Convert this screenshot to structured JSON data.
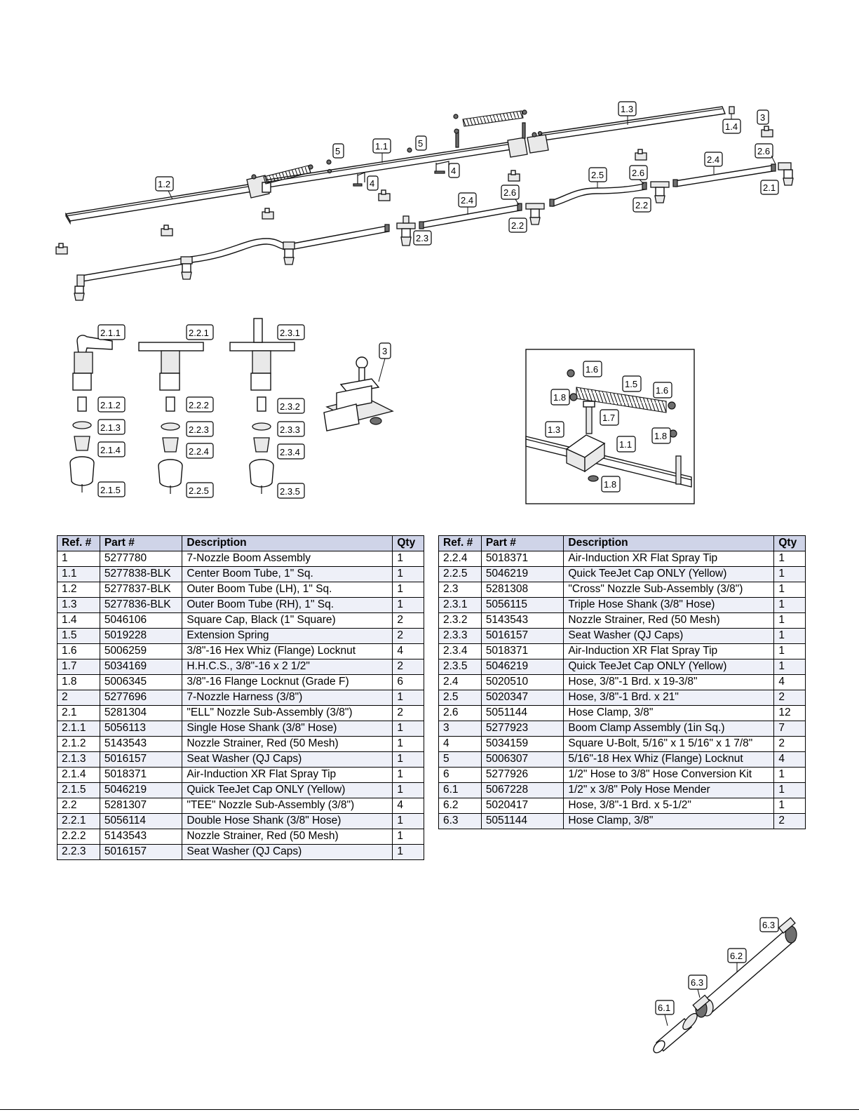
{
  "callouts": {
    "c_1_1": "1.1",
    "c_1_2": "1.2",
    "c_1_3": "1.3",
    "c_1_4": "1.4",
    "c_3": "3",
    "c_5": "5",
    "c_4": "4",
    "c_2_1": "2.1",
    "c_2_2": "2.2",
    "c_2_3": "2.3",
    "c_2_4": "2.4",
    "c_2_5": "2.5",
    "c_2_6": "2.6",
    "c_2_1_1": "2.1.1",
    "c_2_1_2": "2.1.2",
    "c_2_1_3": "2.1.3",
    "c_2_1_4": "2.1.4",
    "c_2_1_5": "2.1.5",
    "c_2_2_1": "2.2.1",
    "c_2_2_2": "2.2.2",
    "c_2_2_3": "2.2.3",
    "c_2_2_4": "2.2.4",
    "c_2_2_5": "2.2.5",
    "c_2_3_1": "2.3.1",
    "c_2_3_2": "2.3.2",
    "c_2_3_3": "2.3.3",
    "c_2_3_4": "2.3.4",
    "c_2_3_5": "2.3.5",
    "c_1_5": "1.5",
    "c_1_6": "1.6",
    "c_1_7": "1.7",
    "c_1_8": "1.8",
    "c_6_1": "6.1",
    "c_6_2": "6.2",
    "c_6_3": "6.3"
  },
  "table": {
    "headers": [
      "Ref. #",
      "Part #",
      "Description",
      "Qty"
    ],
    "left_rows": [
      [
        "1",
        "5277780",
        "7-Nozzle Boom Assembly",
        "1"
      ],
      [
        "1.1",
        "5277838-BLK",
        "Center Boom Tube, 1\" Sq.",
        "1"
      ],
      [
        "1.2",
        "5277837-BLK",
        "Outer Boom Tube (LH), 1\" Sq.",
        "1"
      ],
      [
        "1.3",
        "5277836-BLK",
        "Outer Boom Tube (RH), 1\" Sq.",
        "1"
      ],
      [
        "1.4",
        "5046106",
        "Square Cap, Black (1\" Square)",
        "2"
      ],
      [
        "1.5",
        "5019228",
        "Extension Spring",
        "2"
      ],
      [
        "1.6",
        "5006259",
        "3/8\"-16 Hex Whiz (Flange) Locknut",
        "4"
      ],
      [
        "1.7",
        "5034169",
        "H.H.C.S., 3/8\"-16 x 2 1/2\"",
        "2"
      ],
      [
        "1.8",
        "5006345",
        "3/8\"-16 Flange Locknut (Grade F)",
        "6"
      ],
      [
        "2",
        "5277696",
        "7-Nozzle Harness (3/8\")",
        "1"
      ],
      [
        "2.1",
        "5281304",
        "\"ELL\" Nozzle Sub-Assembly (3/8\")",
        "2"
      ],
      [
        "2.1.1",
        "5056113",
        "Single Hose Shank (3/8\" Hose)",
        "1"
      ],
      [
        "2.1.2",
        "5143543",
        "Nozzle Strainer, Red (50 Mesh)",
        "1"
      ],
      [
        "2.1.3",
        "5016157",
        "Seat Washer (QJ Caps)",
        "1"
      ],
      [
        "2.1.4",
        "5018371",
        "Air-Induction XR Flat Spray Tip",
        "1"
      ],
      [
        "2.1.5",
        "5046219",
        "Quick TeeJet Cap ONLY (Yellow)",
        "1"
      ],
      [
        "2.2",
        "5281307",
        "\"TEE\" Nozzle Sub-Assembly (3/8\")",
        "4"
      ],
      [
        "2.2.1",
        "5056114",
        "Double Hose Shank (3/8\" Hose)",
        "1"
      ],
      [
        "2.2.2",
        "5143543",
        "Nozzle Strainer, Red (50 Mesh)",
        "1"
      ],
      [
        "2.2.3",
        "5016157",
        "Seat Washer (QJ Caps)",
        "1"
      ]
    ],
    "right_rows": [
      [
        "2.2.4",
        "5018371",
        "Air-Induction XR Flat Spray Tip",
        "1"
      ],
      [
        "2.2.5",
        "5046219",
        "Quick TeeJet Cap ONLY (Yellow)",
        "1"
      ],
      [
        "2.3",
        "5281308",
        "\"Cross\" Nozzle Sub-Assembly (3/8\")",
        "1"
      ],
      [
        "2.3.1",
        "5056115",
        "Triple Hose Shank (3/8\" Hose)",
        "1"
      ],
      [
        "2.3.2",
        "5143543",
        "Nozzle Strainer, Red (50 Mesh)",
        "1"
      ],
      [
        "2.3.3",
        "5016157",
        "Seat Washer (QJ Caps)",
        "1"
      ],
      [
        "2.3.4",
        "5018371",
        "Air-Induction XR Flat Spray Tip",
        "1"
      ],
      [
        "2.3.5",
        "5046219",
        "Quick TeeJet Cap ONLY (Yellow)",
        "1"
      ],
      [
        "2.4",
        "5020510",
        "Hose, 3/8\"-1 Brd. x 19-3/8\"",
        "4"
      ],
      [
        "2.5",
        "5020347",
        "Hose, 3/8\"-1 Brd. x 21\"",
        "2"
      ],
      [
        "2.6",
        "5051144",
        "Hose Clamp, 3/8\"",
        "12"
      ],
      [
        "3",
        "5277923",
        "Boom Clamp Assembly (1in Sq.)",
        "7"
      ],
      [
        "4",
        "5034159",
        "Square U-Bolt, 5/16\" x 1 5/16\" x 1 7/8\"",
        "2"
      ],
      [
        "5",
        "5006307",
        "5/16\"-18 Hex Whiz (Flange) Locknut",
        "4"
      ],
      [
        "6",
        "5277926",
        "1/2\" Hose to 3/8\" Hose Conversion Kit",
        "1"
      ],
      [
        "6.1",
        "5067228",
        "1/2\" x 3/8\" Poly Hose Mender",
        "1"
      ],
      [
        "6.2",
        "5020417",
        "Hose, 3/8\"-1 Brd. x 5-1/2\"",
        "1"
      ],
      [
        "6.3",
        "5051144",
        "Hose Clamp, 3/8\"",
        "2"
      ]
    ]
  }
}
